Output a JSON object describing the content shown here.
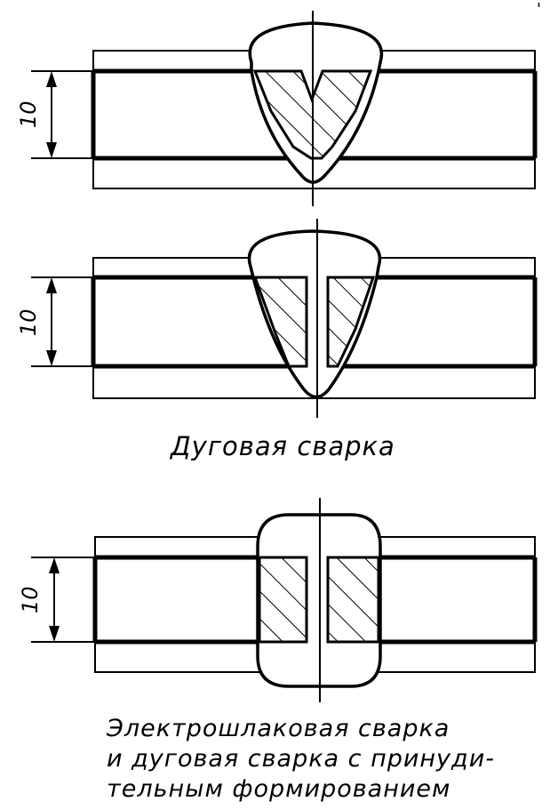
{
  "diagrams": [
    {
      "dimension": "10"
    },
    {
      "dimension": "10"
    },
    {
      "dimension": "10"
    }
  ],
  "captions": {
    "arc": "Дуговая сварка",
    "electroslag": [
      "Электрошлаковая сварка",
      "и дуговая сварка с принуди-",
      "тельным формированием"
    ]
  },
  "marks": {
    "corner": "'"
  }
}
